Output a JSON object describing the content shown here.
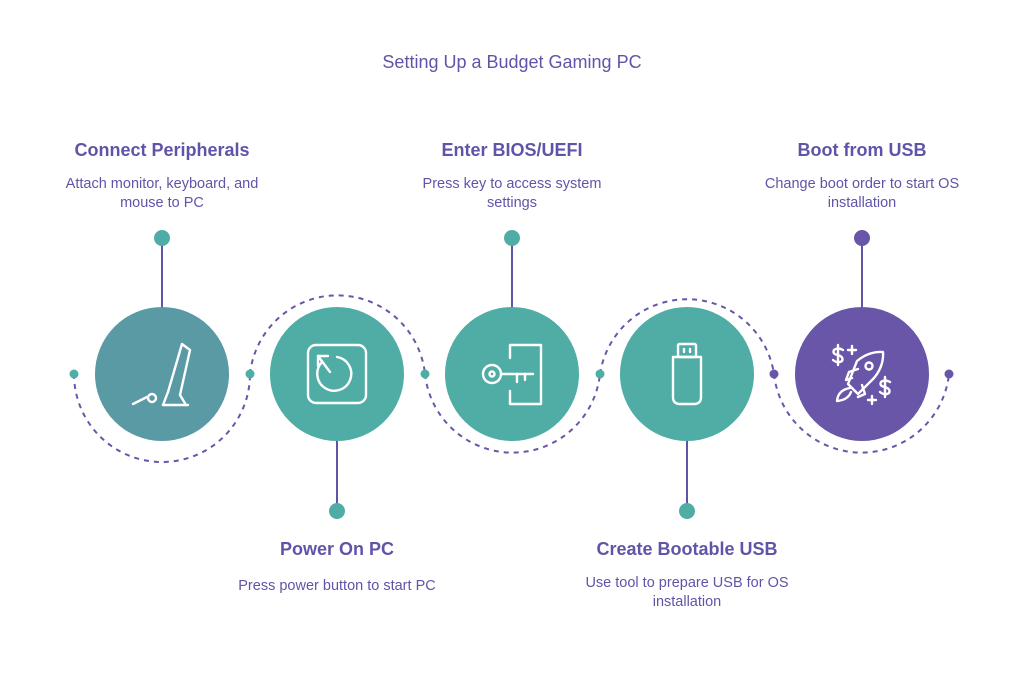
{
  "title": "Setting Up a Budget Gaming PC",
  "colors": {
    "text": "#5f55a8",
    "teal_dark": "#5a9aa5",
    "teal": "#4fada5",
    "purple": "#6956a8",
    "dash": "#6956a8"
  },
  "steps": [
    {
      "title": "Connect Peripherals",
      "description": "Attach monitor, keyboard, and mouse to PC",
      "icon": "monitor-keyboard-icon",
      "color": "#5a9aa5"
    },
    {
      "title": "Power On PC",
      "description": "Press power button to start PC",
      "icon": "power-button-icon",
      "color": "#4fada5"
    },
    {
      "title": "Enter BIOS/UEFI",
      "description": "Press key to access system settings",
      "icon": "key-door-icon",
      "color": "#4fada5"
    },
    {
      "title": "Create Bootable USB",
      "description": "Use tool to prepare USB for OS installation",
      "icon": "usb-drive-icon",
      "color": "#4fada5"
    },
    {
      "title": "Boot from USB",
      "description": "Change boot order to start OS installation",
      "icon": "rocket-launch-icon",
      "color": "#6956a8"
    }
  ]
}
